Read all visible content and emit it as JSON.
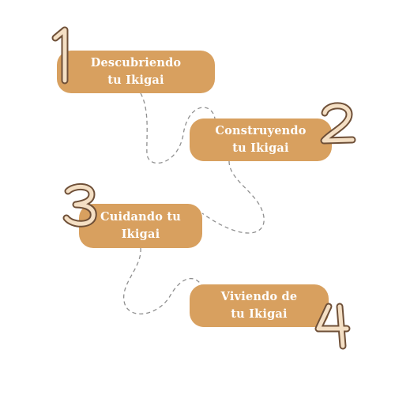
{
  "steps": [
    {
      "number": "1",
      "label_line1": "Descubriendo",
      "label_line2": "tu Ikigai"
    },
    {
      "number": "2",
      "label_line1": "Construyendo",
      "label_line2": "tu Ikigai"
    },
    {
      "number": "3",
      "label_line1": "Cuidando tu",
      "label_line2": "Ikigai"
    },
    {
      "number": "4",
      "label_line1": "Viviendo de",
      "label_line2": "tu Ikigai"
    }
  ],
  "colors": {
    "pill": "#d8a05f",
    "pill_text": "#ffffff",
    "numeral_outline": "#6f5038",
    "numeral_fill": "#f4dfc4",
    "connector": "#8f8f8f"
  }
}
